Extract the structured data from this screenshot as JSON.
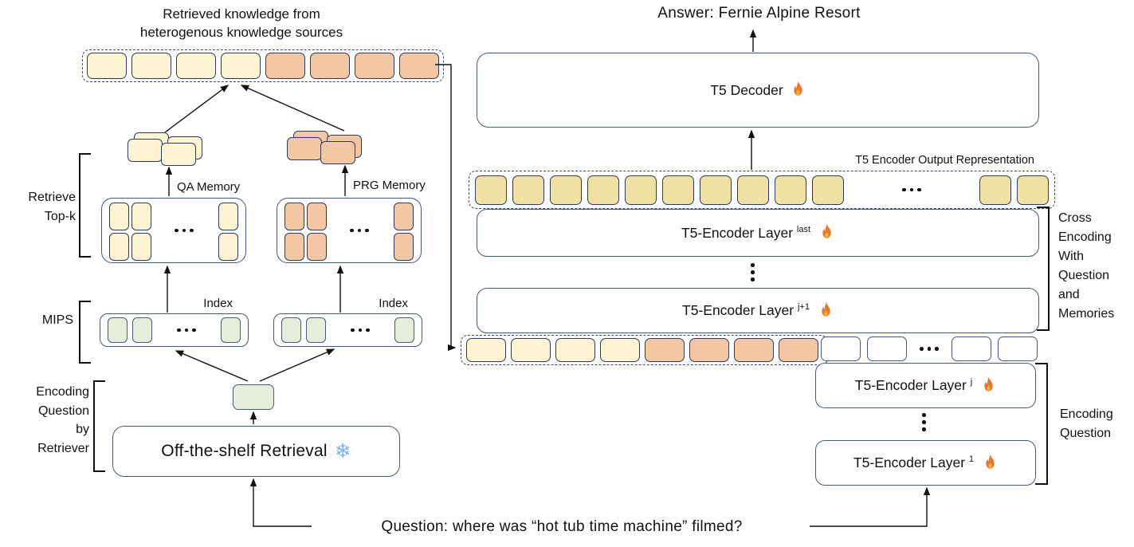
{
  "palette": {
    "cream": "#FCF3D2",
    "peach": "#F3C7A4",
    "green": "#E5EEDB",
    "tan": "#F1E0A4",
    "white": "#FFFFFF",
    "token_border": "#2E3B5E",
    "box_border": "#45597E",
    "dash_border": "#39496B",
    "line": "#111111",
    "snowflake_blue": "#7FB5EA",
    "flame_orange": "#E8762D",
    "flame_yellow": "#F6B43C"
  },
  "left": {
    "title": [
      "Retrieved knowledge from",
      "heterogenous knowledge sources"
    ],
    "bracket_labels": {
      "retrieve_topk": [
        "Retrieve",
        "Top-k"
      ],
      "mips": "MIPS",
      "encoding_question": [
        "Encoding",
        "Question",
        "by",
        "Retriever"
      ]
    },
    "qa_memory_label": "QA Memory",
    "prg_memory_label": "PRG Memory",
    "index_labels": [
      "Index",
      "Index"
    ],
    "retrieval_box": {
      "label": "Off-the-shelf Retrieval",
      "snowflake_glyph": "❄"
    },
    "rows": {
      "retrieved": [
        "cream",
        "cream",
        "cream",
        "cream",
        "peach",
        "peach",
        "peach",
        "peach"
      ],
      "index_left": [
        "green",
        "green",
        "flex",
        "dots",
        "flex",
        "green"
      ],
      "index_right": [
        "green",
        "green",
        "flex",
        "dots",
        "flex",
        "green"
      ],
      "qa_memory_color": "cream",
      "prg_memory_color": "peach",
      "query_token_color": "green"
    }
  },
  "right": {
    "answer_text": "Answer: Fernie Alpine Resort",
    "decoder_label": "T5 Decoder",
    "output_label": "T5 Encoder Output Representation",
    "layers": {
      "last": {
        "base": "T5-Encoder Layer",
        "sup": "last"
      },
      "j1": {
        "base": "T5-Encoder Layer",
        "sup": "j+1"
      },
      "j": {
        "base": "T5-Encoder Layer",
        "sup": "j"
      },
      "one": {
        "base": "T5-Encoder Layer",
        "sup": "1"
      }
    },
    "bracket_labels": {
      "cross_encoding": [
        "Cross",
        "Encoding",
        "With",
        "Question",
        "and",
        "Memories"
      ],
      "encoding_question": [
        "Encoding",
        "Question"
      ]
    },
    "rows": {
      "output": [
        "tan",
        "tan",
        "tan",
        "tan",
        "tan",
        "tan",
        "tan",
        "tan",
        "tan",
        "tan",
        "flex",
        "dots",
        "flex",
        "tan",
        "tan"
      ],
      "input_colored": [
        "cream",
        "cream",
        "cream",
        "cream",
        "peach",
        "peach",
        "peach",
        "peach"
      ],
      "input_white": [
        "white",
        "white",
        "flex",
        "dots",
        "flex",
        "white",
        "white"
      ]
    }
  },
  "question_text": "Question: where was “hot tub time machine” filmed?"
}
